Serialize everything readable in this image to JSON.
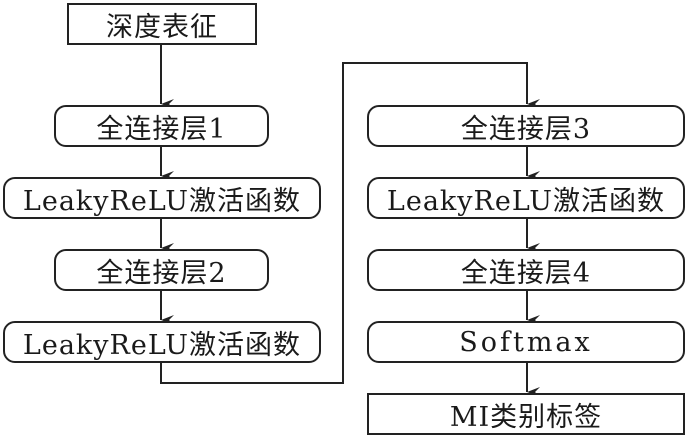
{
  "diagram": {
    "nodes": [
      {
        "id": "n1",
        "label": "深度表征",
        "shape": "rect"
      },
      {
        "id": "n2",
        "label": "全连接层1",
        "shape": "rounded"
      },
      {
        "id": "n3",
        "label": "LeakyReLU激活函数",
        "shape": "rounded"
      },
      {
        "id": "n4",
        "label": "全连接层2",
        "shape": "rounded"
      },
      {
        "id": "n5",
        "label": "LeakyReLU激活函数",
        "shape": "rounded"
      },
      {
        "id": "n6",
        "label": "全连接层3",
        "shape": "rounded"
      },
      {
        "id": "n7",
        "label": "LeakyReLU激活函数",
        "shape": "rounded"
      },
      {
        "id": "n8",
        "label": "全连接层4",
        "shape": "rounded"
      },
      {
        "id": "n9",
        "label": "Softmax",
        "shape": "rounded"
      },
      {
        "id": "n10",
        "label": "MI类别标签",
        "shape": "rect"
      }
    ],
    "edges": [
      [
        "n1",
        "n2"
      ],
      [
        "n2",
        "n3"
      ],
      [
        "n3",
        "n4"
      ],
      [
        "n4",
        "n5"
      ],
      [
        "n5",
        "n6"
      ],
      [
        "n6",
        "n7"
      ],
      [
        "n7",
        "n8"
      ],
      [
        "n8",
        "n9"
      ],
      [
        "n9",
        "n10"
      ]
    ],
    "stroke_color": "#222222"
  }
}
